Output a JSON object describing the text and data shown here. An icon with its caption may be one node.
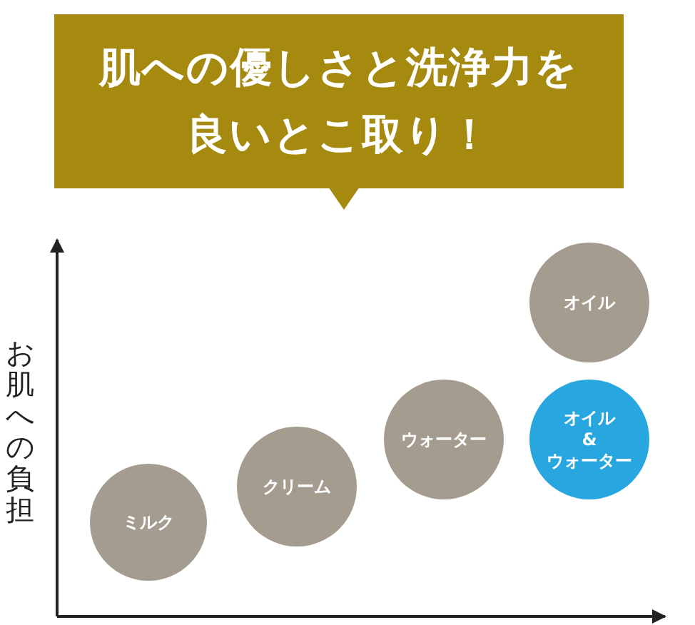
{
  "diagram": {
    "title": "肌への優しさと洗浄力を良いとこ取り！",
    "nodes": [
      {
        "text": [
          "ミルク"
        ]
      },
      {
        "text": [
          "クリーム"
        ]
      },
      {
        "text": [
          "ウォーター"
        ]
      },
      {
        "text": [
          "オイル"
        ]
      },
      {
        "text": [
          "オイル & ウォーター"
        ]
      }
    ],
    "labels": [
      "お肌への負担"
    ]
  }
}
